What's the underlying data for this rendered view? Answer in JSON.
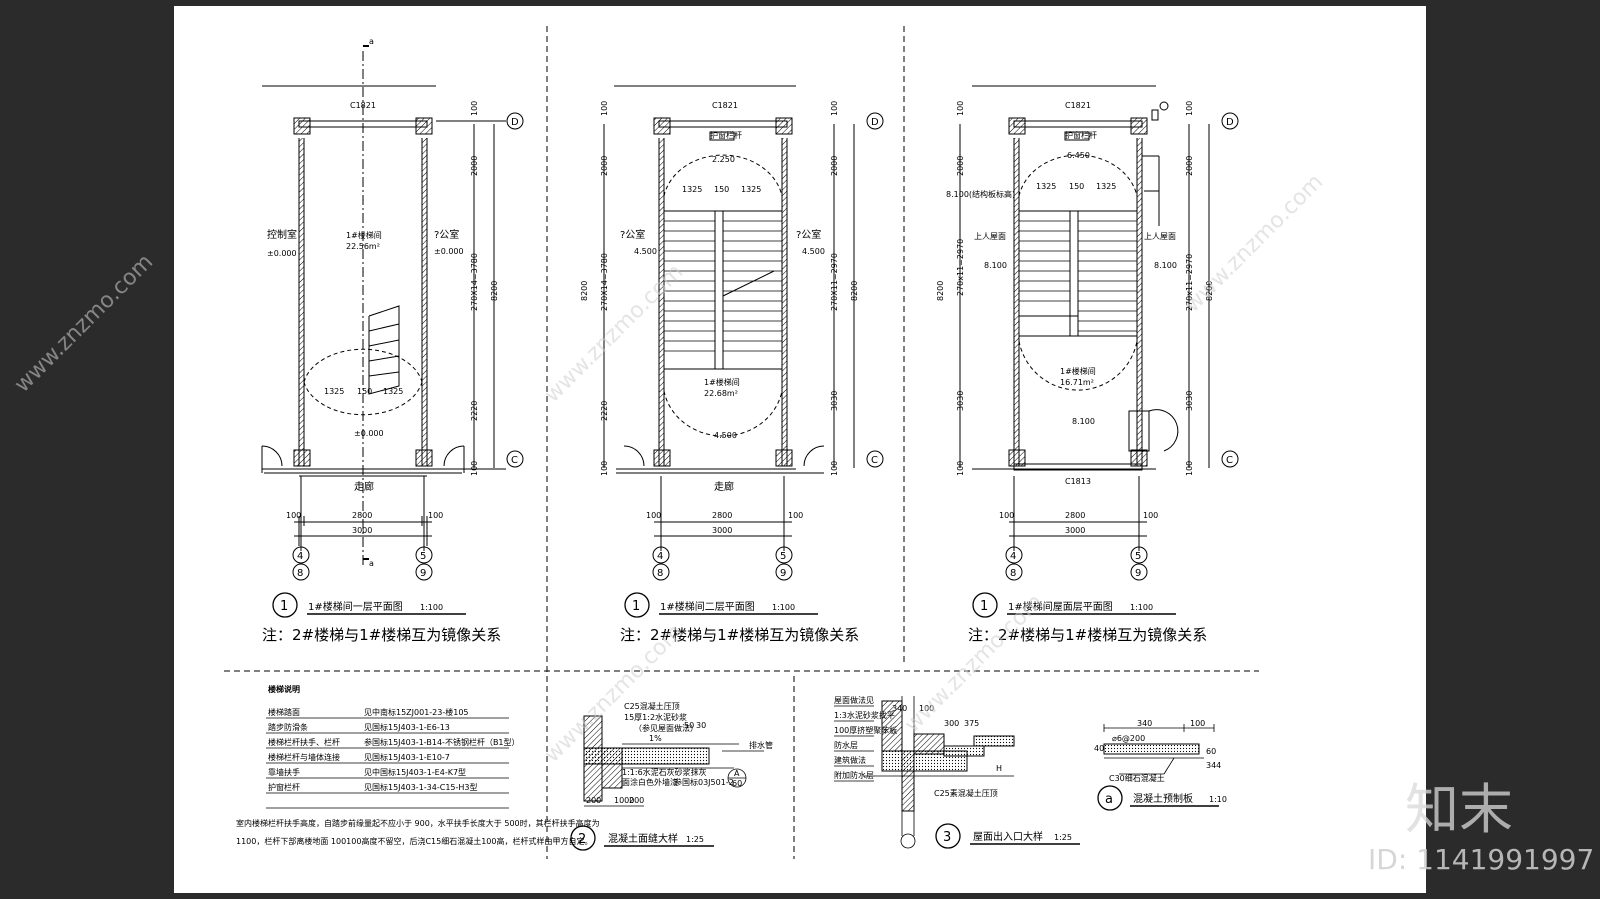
{
  "plans": [
    {
      "id": "p1",
      "top_window": "C1821",
      "bottom_window": "",
      "room_left": "控制室",
      "room_right": "?公室",
      "room_left_level": "±0.000",
      "room_right_level": "±0.000",
      "center_label": "1#楼梯间",
      "center_area": "22.56m²",
      "landing_level": "±0.000",
      "corridor": "走廊",
      "dims_vertical_right": [
        "100",
        "2000",
        "270X14=3780",
        "8200",
        "2220",
        "100"
      ],
      "dims_inner": [
        "1325",
        "150",
        "1325"
      ],
      "dims_bottom": [
        "100",
        "2800",
        "100",
        "3000"
      ],
      "axis_left": [
        "4",
        "8"
      ],
      "axis_right": [
        "5",
        "9"
      ],
      "axis_top": "D",
      "axis_bottom": "C",
      "section_mark": "a",
      "title_num": "1",
      "title": "1#楼梯间一层平面图",
      "scale": "1:100",
      "note": "注：2#楼梯与1#楼梯互为镜像关系"
    },
    {
      "id": "p2",
      "top_window": "C1821",
      "bottom_window": "",
      "room_left": "?公室",
      "room_right": "?公室",
      "room_left_level": "4.500",
      "room_right_level": "4.500",
      "center_label": "1#楼梯间",
      "center_area": "22.68m²",
      "upper_level": "2.250",
      "landing_level": "4.500",
      "corridor": "走廊",
      "rail_label": "护窗栏杆",
      "dims_vertical_left": [
        "100",
        "2000",
        "8200",
        "270X14=3780",
        "2220",
        "100"
      ],
      "dims_vertical_right": [
        "100",
        "2000",
        "270X11=2970",
        "8200",
        "3030",
        "100"
      ],
      "dims_inner": [
        "1325",
        "150",
        "1325"
      ],
      "dims_bottom": [
        "100",
        "2800",
        "100",
        "3000"
      ],
      "axis_left": [
        "4",
        "8"
      ],
      "axis_right": [
        "5",
        "9"
      ],
      "axis_top": "D",
      "axis_bottom": "C",
      "title_num": "1",
      "title": "1#楼梯间二层平面图",
      "scale": "1:100",
      "note": "注：2#楼梯与1#楼梯互为镜像关系"
    },
    {
      "id": "p3",
      "top_window": "C1821",
      "bottom_window": "C1813",
      "room_left": "上人屋面",
      "room_right": "上人屋面",
      "room_left_level": "8.100",
      "room_right_level": "8.100",
      "center_label": "1#楼梯间",
      "center_area": "16.71m²",
      "upper_level": "6.450",
      "landing_level": "8.100",
      "left_note": "8.100(结构板标高)",
      "rail_label": "护窗栏杆",
      "dims_vertical_left": [
        "100",
        "2000",
        "8200",
        "270x11=2970",
        "3030",
        "100"
      ],
      "dims_vertical_right": [
        "100",
        "2000",
        "270x11=2970",
        "8200",
        "3030",
        "100"
      ],
      "dims_inner": [
        "1325",
        "150",
        "1325"
      ],
      "dims_bottom": [
        "100",
        "2800",
        "100",
        "3000"
      ],
      "axis_left": [
        "4",
        "8"
      ],
      "axis_right": [
        "5",
        "9"
      ],
      "axis_top": "D",
      "axis_bottom": "C",
      "title_num": "1",
      "title": "1#楼梯间屋面层平面图",
      "scale": "1:100",
      "note": "注：2#楼梯与1#楼梯互为镜像关系"
    }
  ],
  "notes_table": {
    "title": "楼梯说明",
    "rows": [
      [
        "楼梯踏面",
        "见中南标15ZJ001-23-楼105"
      ],
      [
        "踏步防滑条",
        "见国标15J403-1-E6-13"
      ],
      [
        "楼梯栏杆扶手、栏杆",
        "参国标15J403-1-B14-不锈钢栏杆（B1型）"
      ],
      [
        "楼梯栏杆与墙体连接",
        "见国标15J403-1-E10-7"
      ],
      [
        "靠墙扶手",
        "见中国标15J403-1-E4-K7型"
      ],
      [
        "护窗栏杆",
        "见国标15J403-1-34-C15-H3型"
      ]
    ],
    "footnote_1": "室内楼梯栏杆扶手高度，自踏步前缘量起不应小于 900，水平扶手长度大于 500时，其栏杆扶手高度为",
    "footnote_2": "1100，栏杆下部离楼地面 100100高度不留空，后浇C15细石混凝土100高，栏杆式样由甲方自定。"
  },
  "detail2": {
    "num": "2",
    "title": "混凝土面缝大样",
    "scale": "1:25",
    "labels": [
      "C25混凝土压顶",
      "15厚1:2水泥砂浆",
      "（参见屋面做法）",
      "1%",
      "排水管",
      "1:1:6水泥石灰砂浆抹灰",
      "面涂白色外墙漆",
      "参国标03J501-2"
    ],
    "dims": [
      "50",
      "30",
      "200",
      "1000",
      "200"
    ],
    "callout": "A",
    "callout_sub": "60"
  },
  "detail3": {
    "num": "3",
    "title": "屋面出入口大样",
    "scale": "1:25",
    "labels": [
      "屋面做法见",
      "1:3水泥砂浆找平",
      "100厚挤塑聚苯板",
      "防水层",
      "建筑做法",
      "附加防水层",
      "C25素混凝土压顶"
    ],
    "dims": [
      "340",
      "100",
      "300",
      "375",
      "H"
    ]
  },
  "detail_a": {
    "num": "a",
    "title": "混凝土预制板",
    "scale": "1:10",
    "labels": [
      "C30细石混凝土",
      "⌀6@200"
    ],
    "dims": [
      "340",
      "100",
      "60",
      "40",
      "344"
    ]
  },
  "brand": "知末",
  "image_id": "ID: 1141991997",
  "watermark": "www.znzmo.com"
}
